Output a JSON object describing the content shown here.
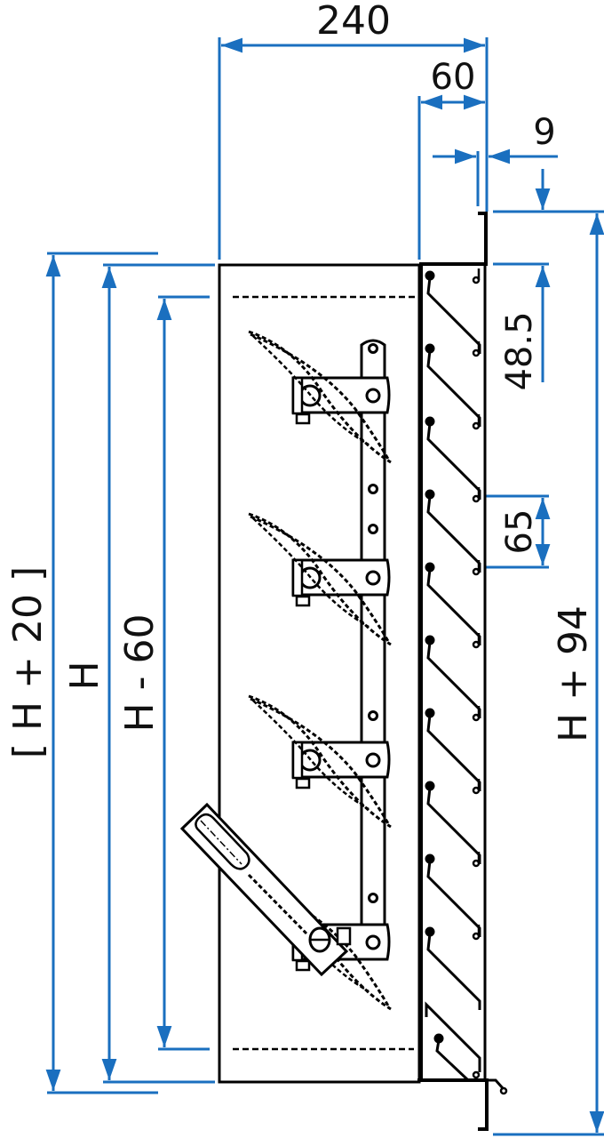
{
  "drawing": {
    "type": "technical-drawing",
    "subject": "louvre damper side section with blade linkage and actuator lever",
    "colors": {
      "outline": "#000000",
      "dimension": "#1a6fbf",
      "text": "#111111",
      "background": "#ffffff"
    }
  },
  "dimensions": {
    "overall_depth": "240",
    "louvre_depth": "60",
    "flange_thickness": "9",
    "top_flange_offset": "48.5",
    "louvre_pitch": "65",
    "overall_height_outer": "H + 94",
    "overall_height_bracketed": "[ H + 20 ]",
    "nominal_height": "H",
    "clear_height": "H - 60"
  },
  "components": {
    "blade_count": 4,
    "louvre_count": 11,
    "linkage_bar": "vertical connecting rod",
    "actuator": "hand lever with slot"
  }
}
